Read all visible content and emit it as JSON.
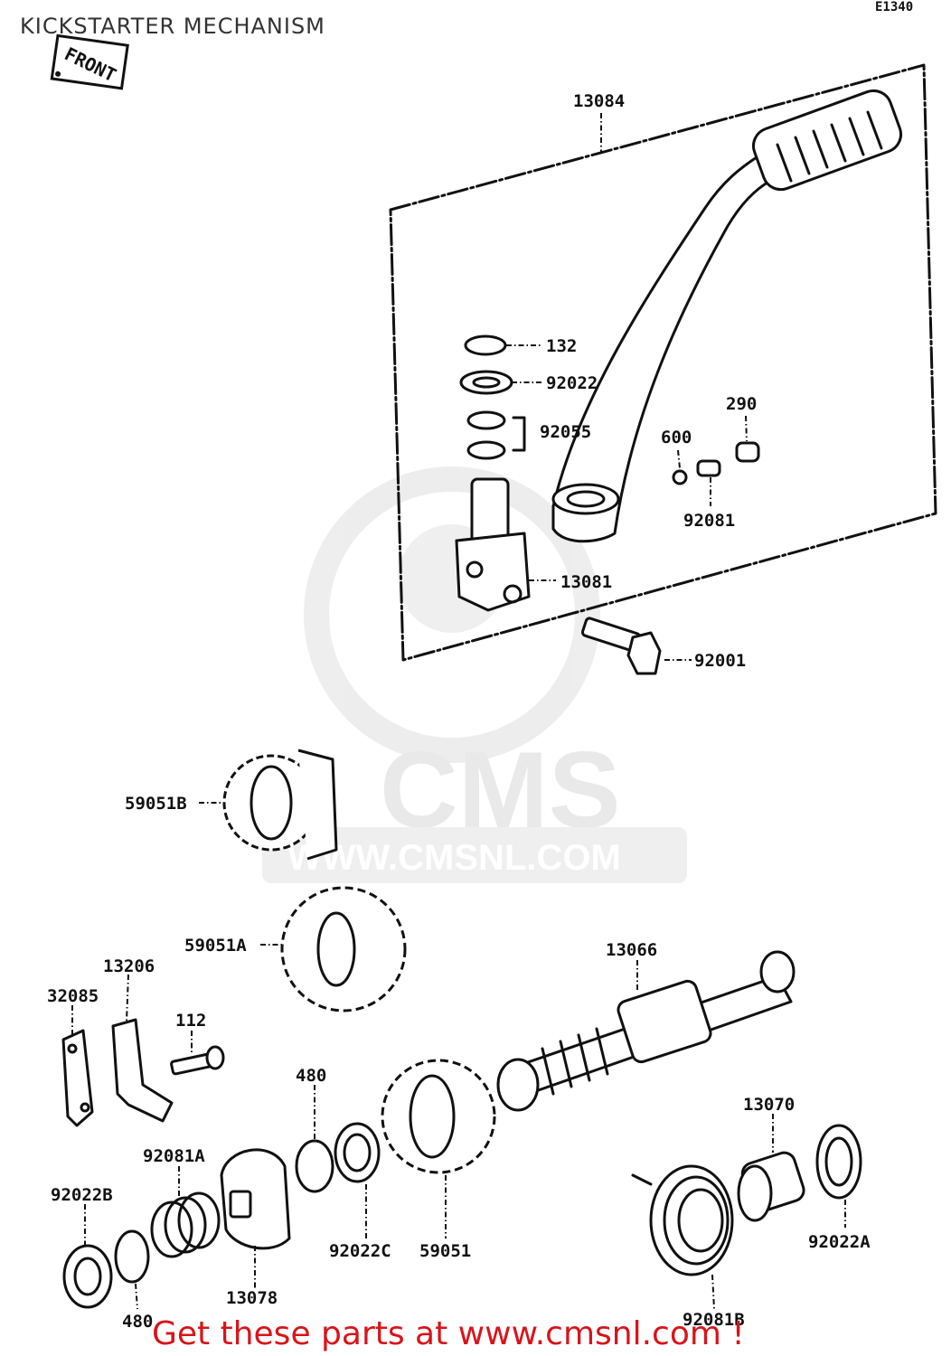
{
  "header": {
    "title": "KICKSTARTER MECHANISM",
    "ref_code": "E1340"
  },
  "watermark": {
    "brand": "CMS",
    "url": "WWW.CMSNL.COM"
  },
  "front_badge": "FRONT",
  "parts": {
    "p13084": "13084",
    "p132": "132",
    "p92022": "92022",
    "p92055": "92055",
    "p290": "290",
    "p600": "600",
    "p92081": "92081",
    "p13081": "13081",
    "p92001": "92001",
    "p59051B": "59051B",
    "p59051A": "59051A",
    "p13066": "13066",
    "p13206": "13206",
    "p32085": "32085",
    "p112": "112",
    "p480a": "480",
    "p92081A": "92081A",
    "p13070": "13070",
    "p92022B": "92022B",
    "p92022C": "92022C",
    "p59051": "59051",
    "p92022A": "92022A",
    "p13078": "13078",
    "p480b": "480",
    "p92081B": "92081B"
  },
  "footer": {
    "text": "Get these parts at www.cmsnl.com !"
  }
}
